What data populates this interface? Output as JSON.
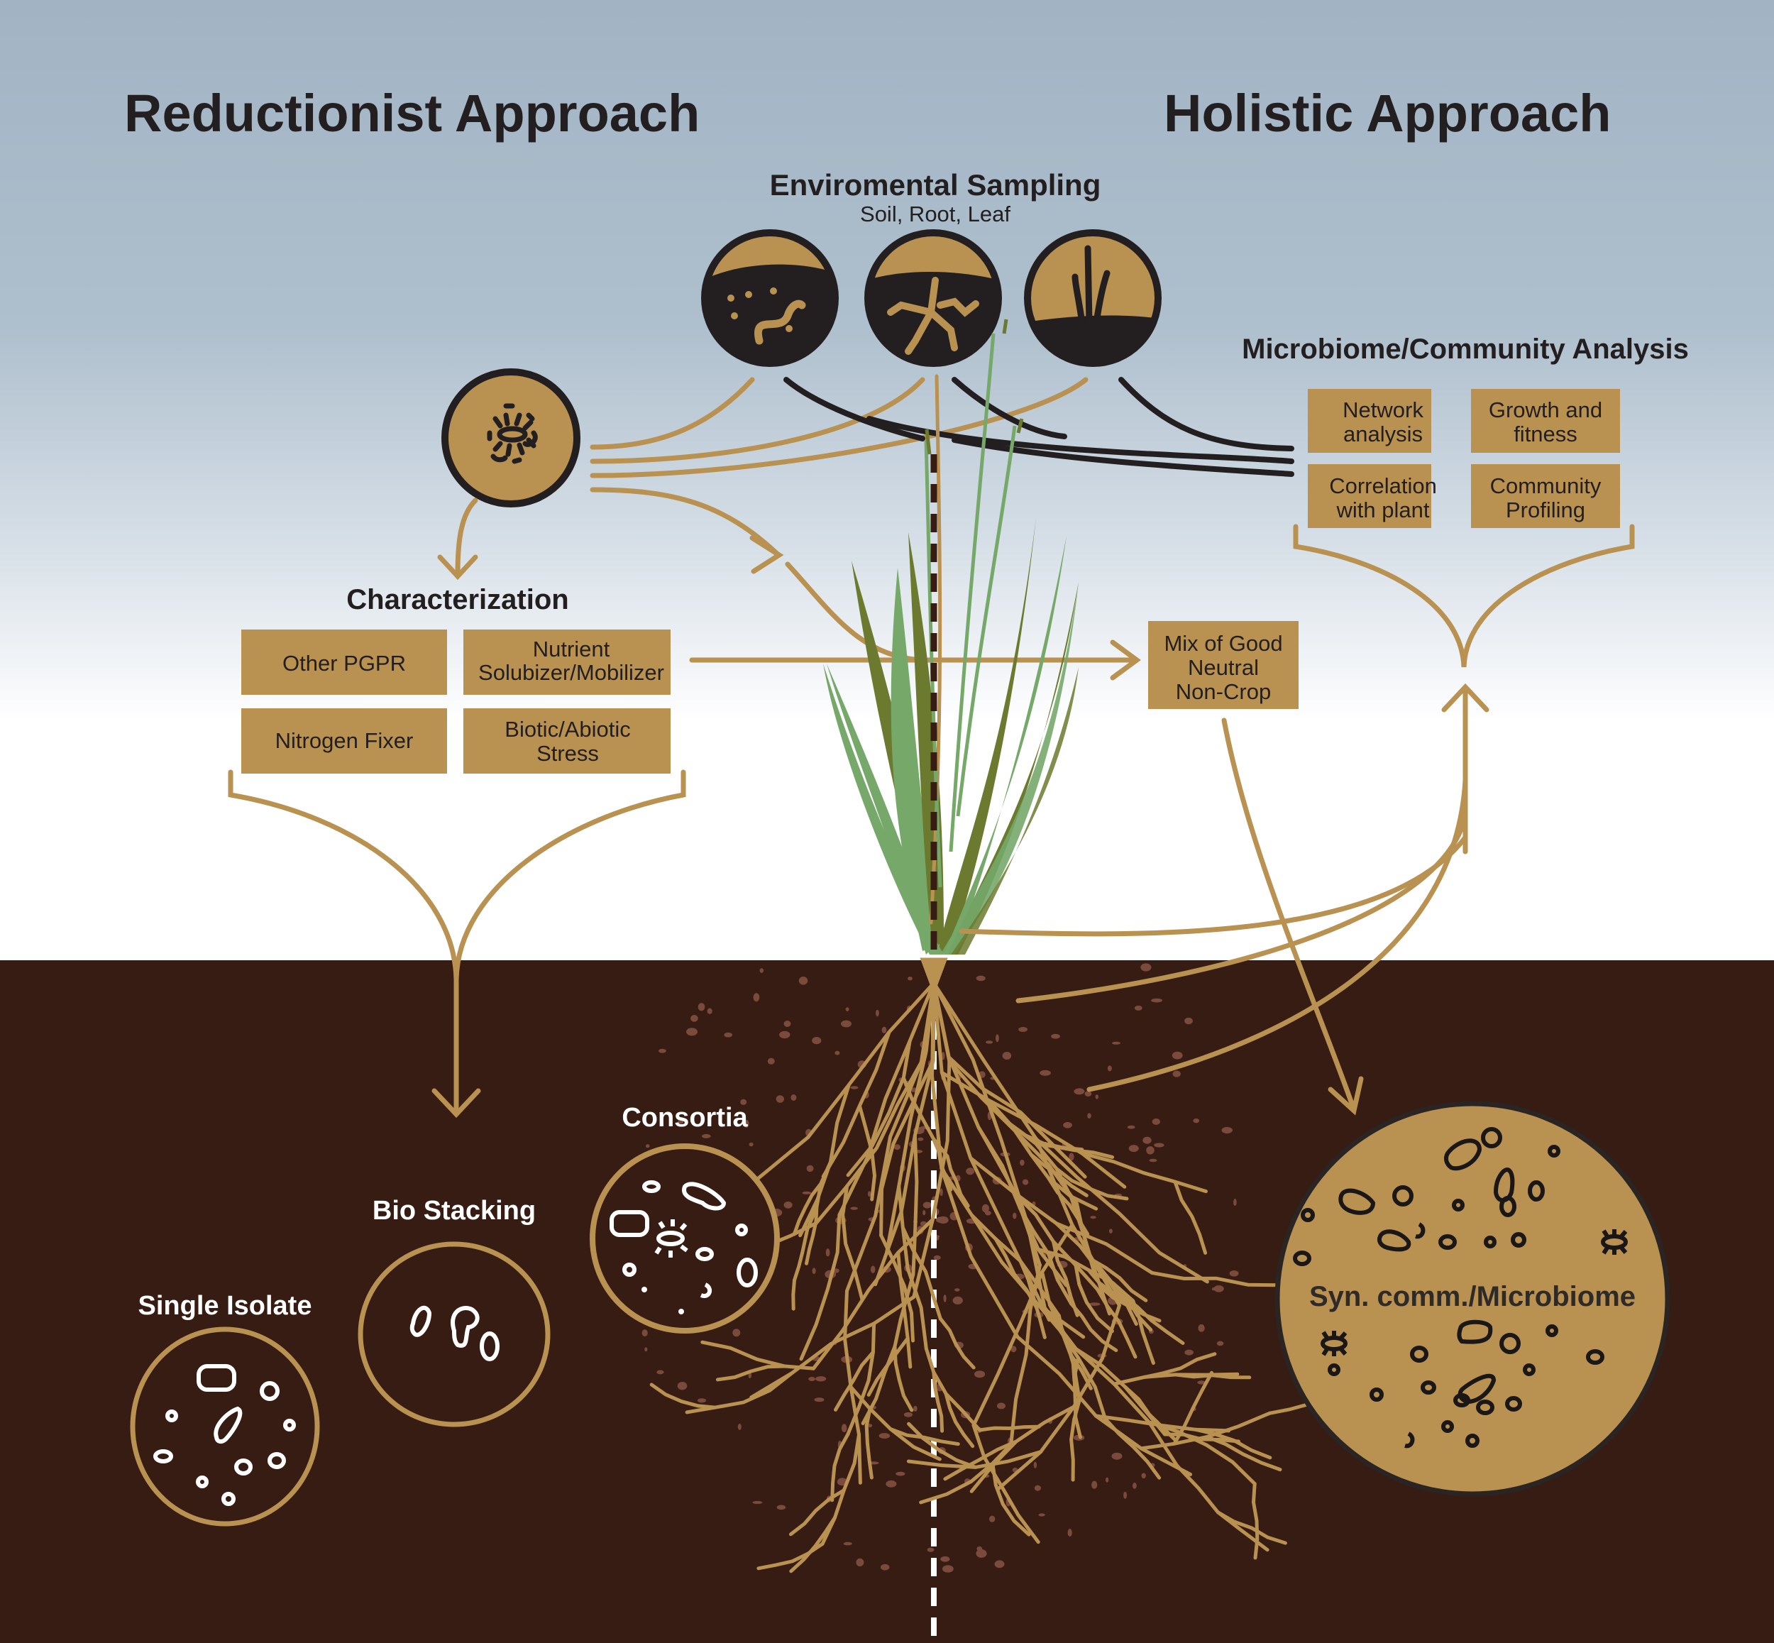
{
  "colors": {
    "sky_top": "#a2b4c4",
    "sky_bottom": "#ffffff",
    "soil": "#361c12",
    "gold": "#b99150",
    "dark": "#231f20",
    "leaf_light": "#76a86a",
    "leaf_dark": "#6b7a2e",
    "speck": "#7a4a3c"
  },
  "headings": {
    "reductionist": "Reductionist Approach",
    "holistic": "Holistic Approach"
  },
  "sampling": {
    "title": "Enviromental Sampling",
    "subtitle": "Soil, Root, Leaf",
    "icons": [
      "soil-sample-icon",
      "root-sample-icon",
      "leaf-sample-icon"
    ]
  },
  "isolate_icon": "bacterium-isolate-icon",
  "characterization": {
    "title": "Characterization",
    "boxes": [
      {
        "lines": [
          "Other PGPR"
        ]
      },
      {
        "lines": [
          "Nutrient",
          "Solubizer/Mobilizer"
        ]
      },
      {
        "lines": [
          "Nitrogen Fixer"
        ]
      },
      {
        "lines": [
          "Biotic/Abiotic",
          "Stress"
        ]
      }
    ]
  },
  "community_analysis": {
    "title": "Microbiome/Community Analysis",
    "boxes": [
      {
        "lines": [
          "Network",
          "analysis"
        ]
      },
      {
        "lines": [
          "Growth and",
          "fitness"
        ]
      },
      {
        "lines": [
          "Correlation",
          "with plant"
        ]
      },
      {
        "lines": [
          "Community",
          "Profiling"
        ]
      }
    ]
  },
  "mix_box": {
    "lines": [
      "Mix of Good",
      "Neutral",
      "Non-Crop"
    ]
  },
  "outcomes": {
    "single_isolate": "Single Isolate",
    "bio_stacking": "Bio Stacking",
    "consortia": "Consortia",
    "syn_comm": "Syn. comm./Microbiome"
  }
}
